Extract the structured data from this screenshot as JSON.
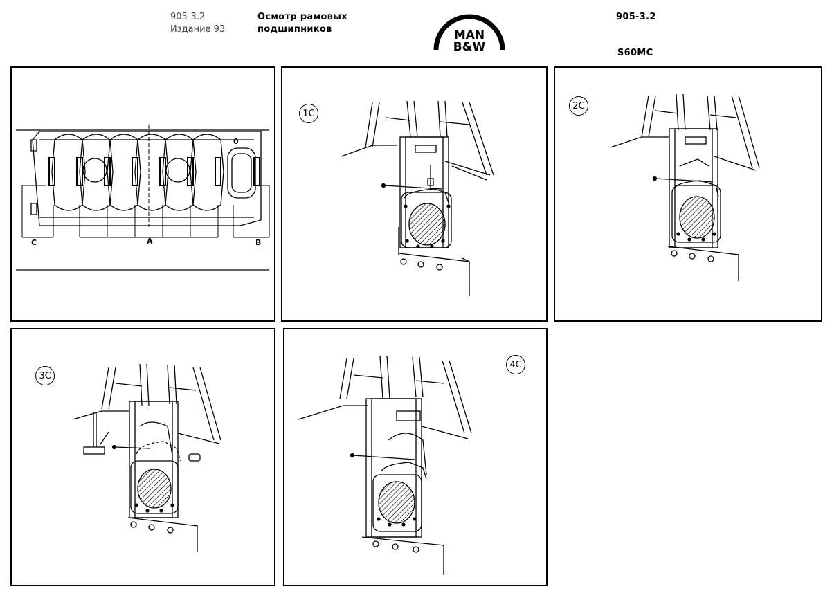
{
  "header": {
    "doc_number": "905-3.2",
    "edition": "Издание 93",
    "title_line1": "Осмотр рамовых",
    "title_line2": "подшипников",
    "doc_number_right": "905-3.2",
    "engine_model": "S60MC",
    "logo_line1": "MAN",
    "logo_line2": "B&W"
  },
  "overview": {
    "label_c": "C",
    "label_a": "A",
    "label_b": "B",
    "label_o": "0"
  },
  "steps": [
    {
      "label": "1C"
    },
    {
      "label": "2C"
    },
    {
      "label": "3C"
    },
    {
      "label": "4C"
    }
  ]
}
